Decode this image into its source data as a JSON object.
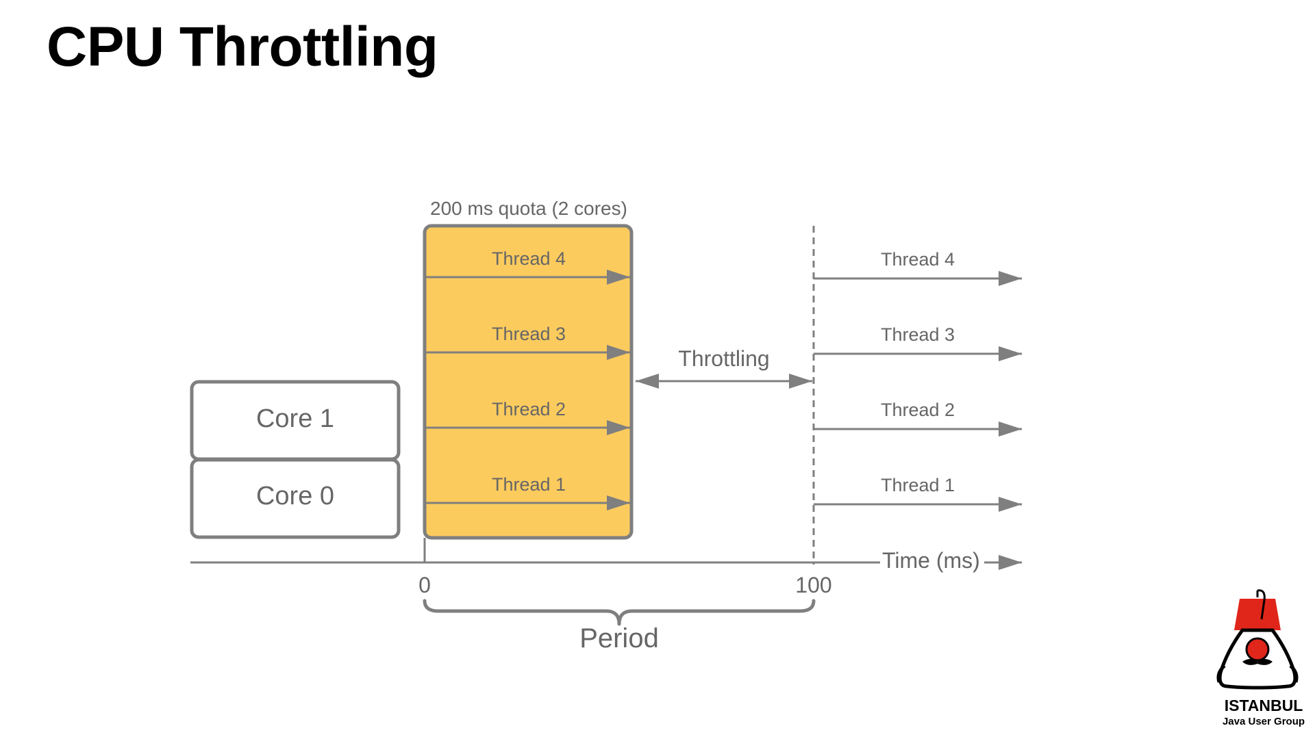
{
  "slide": {
    "title": "CPU Throttling"
  },
  "diagram": {
    "quota_label": "200 ms quota (2 cores)",
    "cores": [
      {
        "label": "Core 1"
      },
      {
        "label": "Core 0"
      }
    ],
    "quota_threads": [
      {
        "label": "Thread 4"
      },
      {
        "label": "Thread 3"
      },
      {
        "label": "Thread 2"
      },
      {
        "label": "Thread 1"
      }
    ],
    "throttling_label": "Throttling",
    "resumed_threads": [
      {
        "label": "Thread 4"
      },
      {
        "label": "Thread 3"
      },
      {
        "label": "Thread 2"
      },
      {
        "label": "Thread 1"
      }
    ],
    "time_axis_label": "Time (ms)",
    "tick_start": "0",
    "tick_end": "100",
    "period_label": "Period",
    "colors": {
      "quota_fill": "#fccb5e",
      "stroke": "#7f7f7f",
      "text": "#666666",
      "logo_red": "#e0261b"
    }
  },
  "logo": {
    "city": "ISTANBUL",
    "group": "Java User Group",
    "icon": "duke-fez-icon"
  }
}
